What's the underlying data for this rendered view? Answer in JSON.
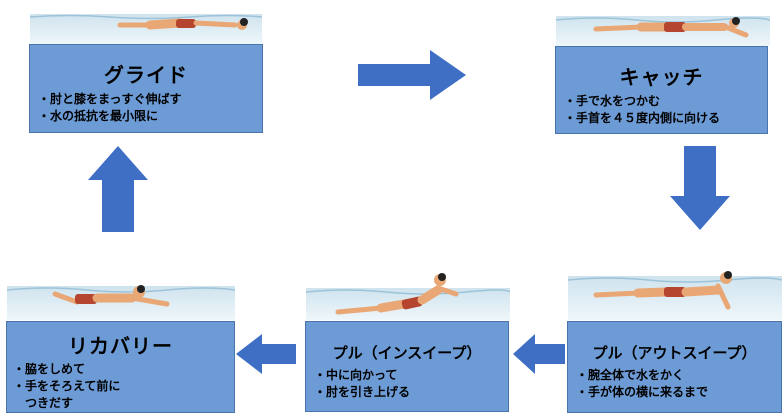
{
  "stages": {
    "glide": {
      "title": "グライド",
      "points": [
        "・肘と膝をまっすぐ伸ばす",
        "・水の抵抗を最小限に"
      ]
    },
    "catch": {
      "title": "キャッチ",
      "points": [
        "・手で水をつかむ",
        "・手首を４５度内側に向ける"
      ]
    },
    "pull_out": {
      "title": "プル（アウトスイープ）",
      "points": [
        "・腕全体で水をかく",
        "・手が体の横に来るまで"
      ]
    },
    "pull_in": {
      "title": "プル（インスイープ）",
      "points": [
        "・中に向かって",
        "・肘を引き上げる"
      ]
    },
    "recovery": {
      "title": "リカバリー",
      "points": [
        "・脇をしめて",
        "・手をそろえて前に",
        "　つきだす"
      ]
    }
  },
  "colors": {
    "box_fill": "#6c9bd5",
    "arrow": "#3e6fc4",
    "water_top": "#cfe3ee",
    "water_bottom": "#eef6fa",
    "skin": "#e8a774",
    "trunks": "#b5452f"
  },
  "icons": [
    "arrow-right-icon",
    "arrow-down-icon",
    "arrow-left-icon",
    "arrow-up-icon",
    "swimmer-icon"
  ]
}
